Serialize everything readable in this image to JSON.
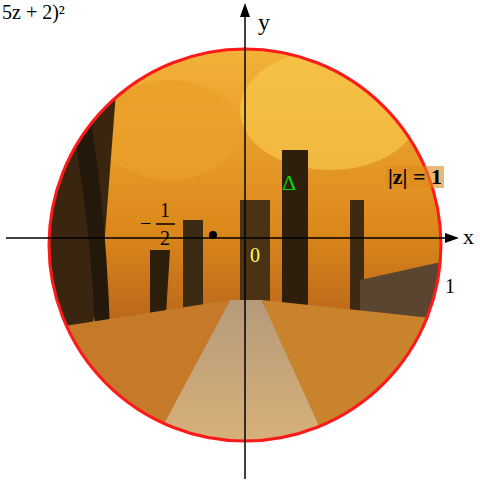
{
  "diagram": {
    "labels": [
      "5z + 2)²",
      "y",
      "x",
      "|z| = 1",
      "Δ",
      "−",
      "1",
      "2",
      "0",
      "1"
    ]
  }
}
